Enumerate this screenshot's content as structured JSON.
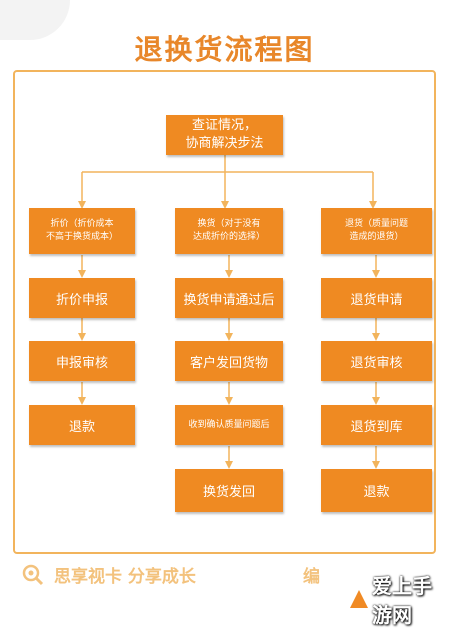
{
  "title": "退换货流程图",
  "top_box": {
    "line1": "查证情况，",
    "line2": "协商解决步法"
  },
  "left_column": {
    "header_line1": "折价（折价成本",
    "header_line2": "不高于换货成本）",
    "steps": [
      "折价申报",
      "申报审核",
      "退款"
    ]
  },
  "middle_column": {
    "header_line1": "换货（对于没有",
    "header_line2": "达成折价的选择）",
    "steps": [
      "换货申请通过后",
      "客户发回货物",
      "收到确认质量问题后",
      "换货发回"
    ]
  },
  "right_column": {
    "header_line1": "退货（质量问题",
    "header_line2": "造成的退货）",
    "steps": [
      "退货申请",
      "退货审核",
      "退货到库",
      "退款"
    ]
  },
  "footer": {
    "slogan": "思享视卡 分享成长",
    "partial_text": "编",
    "watermark": "爱上手游网"
  },
  "colors": {
    "box": "#ef8a22",
    "line": "#f2b45c",
    "title": "#e8872a",
    "footer": "#f3c27d"
  }
}
